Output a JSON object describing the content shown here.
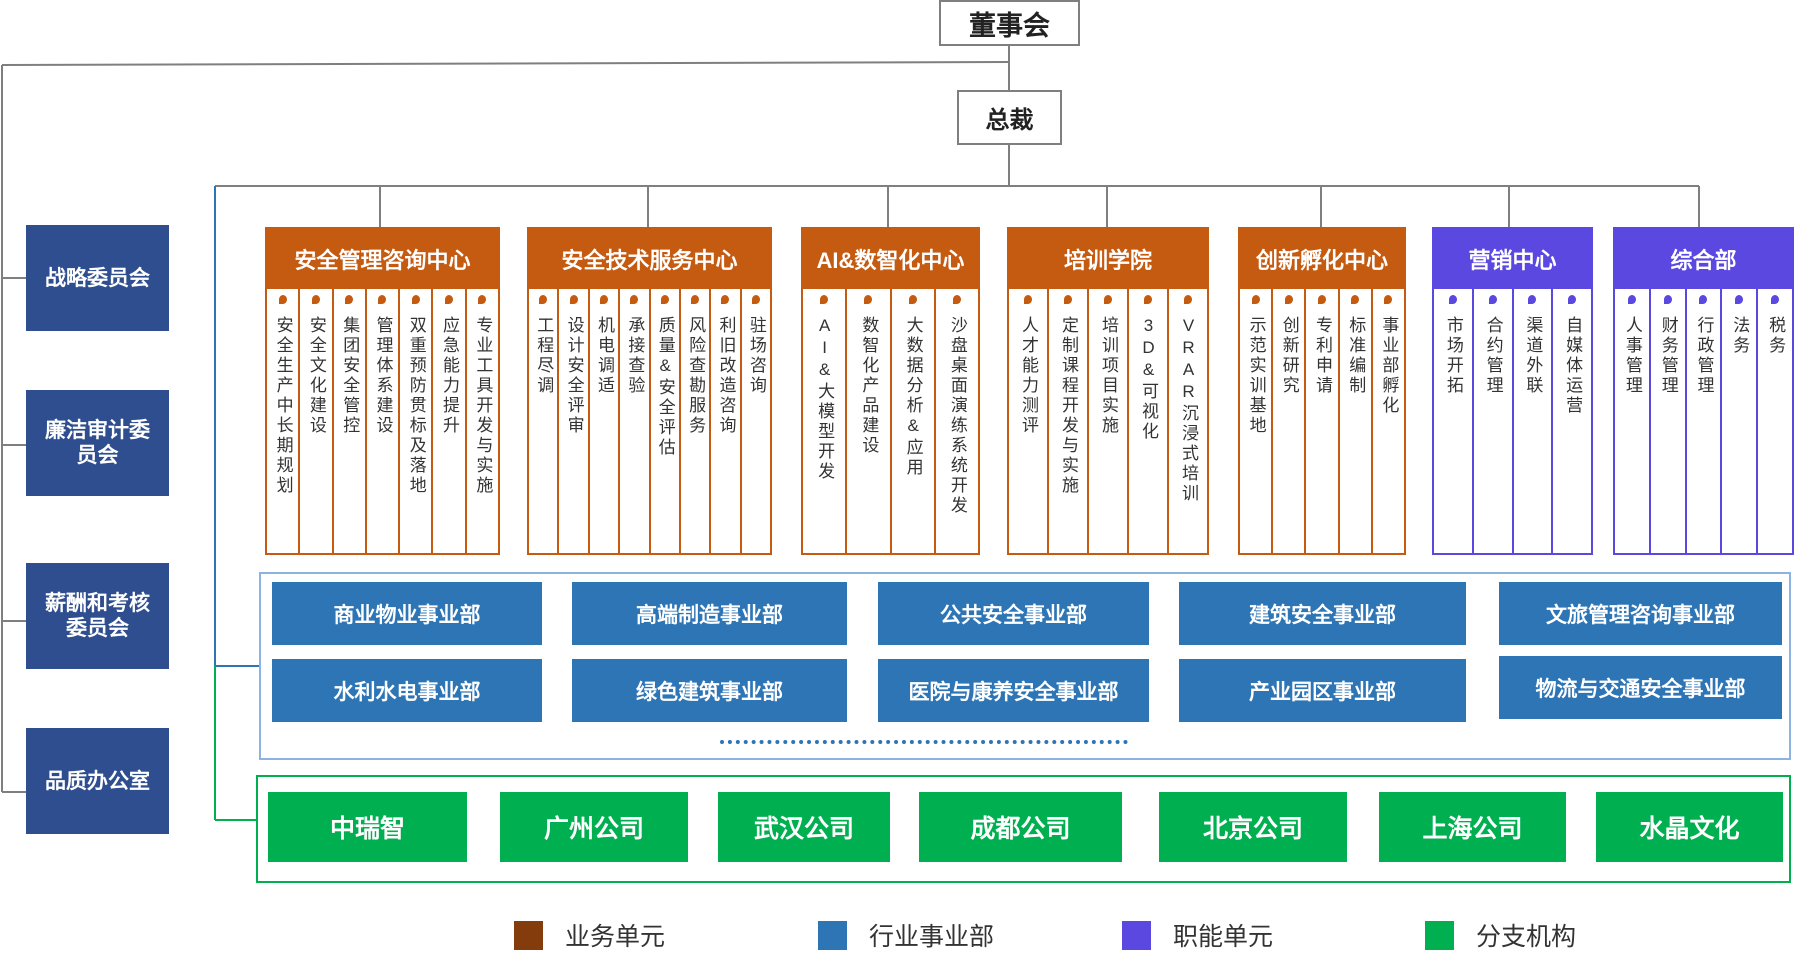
{
  "board": "董事会",
  "ceo": "总裁",
  "committees": [
    "战略委员会",
    "廉洁审计委员会",
    "薪酬和考核委员会",
    "品质办公室"
  ],
  "units": [
    {
      "title": "安全管理咨询中心",
      "kind": "business",
      "items": [
        "安全生产中长期规划",
        "安全文化建设",
        "集团安全管控",
        "管理体系建设",
        "双重预防贯标及落地",
        "应急能力提升",
        "专业工具开发与实施"
      ]
    },
    {
      "title": "安全技术服务中心",
      "kind": "business",
      "items": [
        "工程尽调",
        "设计安全评审",
        "机电调适",
        "承接查验",
        "质量&安全评估",
        "风险查勘服务",
        "利旧改造咨询",
        "驻场咨询"
      ]
    },
    {
      "title": "AI&数智化中心",
      "kind": "business",
      "items": [
        "AI&大模型开发",
        "数智化产品建设",
        "大数据分析&应用",
        "沙盘桌面演练系统开发"
      ]
    },
    {
      "title": "培训学院",
      "kind": "business",
      "items": [
        "人才能力测评",
        "定制课程开发与实施",
        "培训项目实施",
        "3D&可视化",
        "VRAR沉浸式培训"
      ]
    },
    {
      "title": "创新孵化中心",
      "kind": "business",
      "items": [
        "示范实训基地",
        "创新研究",
        "专利申请",
        "标准编制",
        "事业部孵化"
      ]
    },
    {
      "title": "营销中心",
      "kind": "function",
      "items": [
        "市场开拓",
        "合约管理",
        "渠道外联",
        "自媒体运营"
      ]
    },
    {
      "title": "综合部",
      "kind": "function",
      "items": [
        "人事管理",
        "财务管理",
        "行政管理",
        "法务",
        "税务"
      ]
    }
  ],
  "industry_units": [
    "商业物业事业部",
    "高端制造事业部",
    "公共安全事业部",
    "建筑安全事业部",
    "文旅管理咨询事业部",
    "水利水电事业部",
    "绿色建筑事业部",
    "医院与康养安全事业部",
    "产业园区事业部",
    "物流与交通安全事业部"
  ],
  "branches": [
    "中瑞智",
    "广州公司",
    "武汉公司",
    "成都公司",
    "北京公司",
    "上海公司",
    "水晶文化"
  ],
  "legend": [
    {
      "label": "业务单元",
      "color": "#843c0c"
    },
    {
      "label": "行业事业部",
      "color": "#2e75b6"
    },
    {
      "label": "职能单元",
      "color": "#5b48e0"
    },
    {
      "label": "分支机构",
      "color": "#00b050"
    }
  ]
}
